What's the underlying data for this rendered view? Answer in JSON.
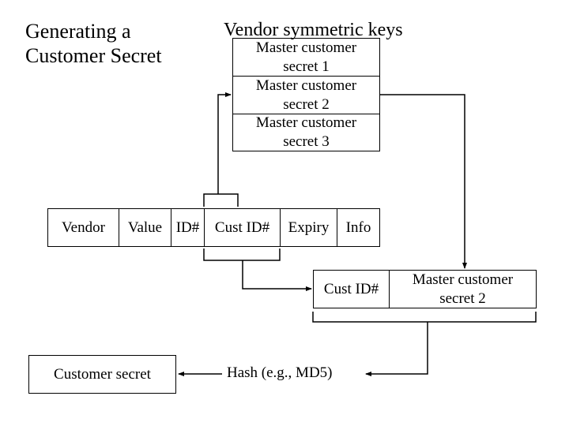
{
  "title": {
    "line1": "Generating a",
    "line2": "Customer Secret"
  },
  "vendor_keys": {
    "heading": "Vendor symmetric keys",
    "items": [
      {
        "line1": "Master customer",
        "line2": "secret 1"
      },
      {
        "line1": "Master customer",
        "line2": "secret 2"
      },
      {
        "line1": "Master customer",
        "line2": "secret 3"
      }
    ]
  },
  "record_fields": [
    "Vendor",
    "Value",
    "ID#",
    "Cust ID#",
    "Expiry",
    "Info"
  ],
  "combined": {
    "cust_id": "Cust ID#",
    "secret_line1": "Master customer",
    "secret_line2": "secret 2"
  },
  "hash_label": "Hash (e.g., MD5)",
  "output_box": "Customer secret"
}
